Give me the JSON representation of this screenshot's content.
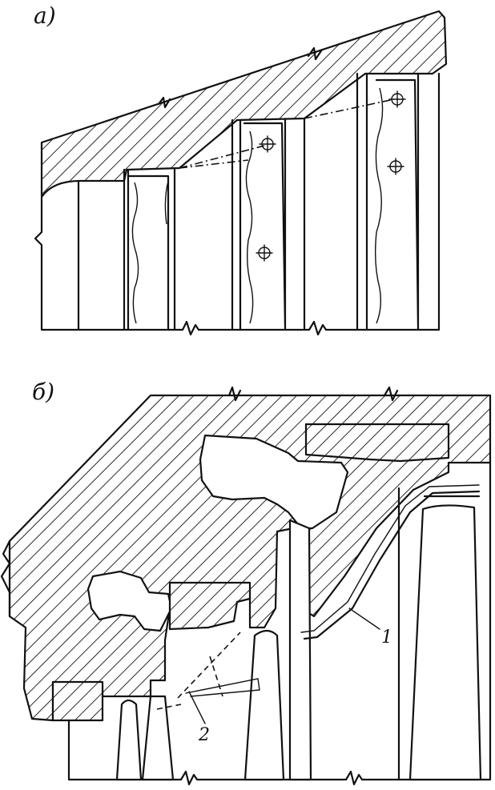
{
  "figure": {
    "panel_a_label": "а)",
    "panel_b_label": "б)",
    "callout_1": "1",
    "callout_2": "2"
  },
  "colors": {
    "ink": "#111111",
    "paper": "#ffffff"
  }
}
